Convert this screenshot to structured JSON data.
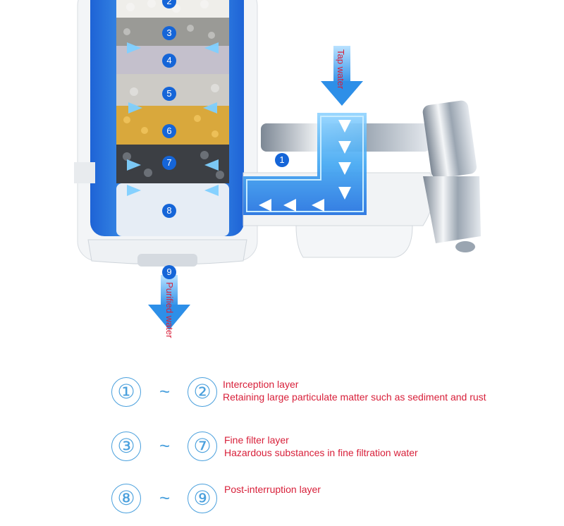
{
  "labels": {
    "tap_water": "Tap water",
    "purified_water": "Purified water"
  },
  "layer_numbers": [
    "1",
    "2",
    "3",
    "4",
    "5",
    "6",
    "7",
    "8",
    "9"
  ],
  "legend": [
    {
      "from": "①",
      "to": "②",
      "separator": "~",
      "title": "Interception layer",
      "description": "Retaining large particulate matter such as sediment and rust"
    },
    {
      "from": "③",
      "to": "⑦",
      "separator": "~",
      "title": "Fine filter layer",
      "description": "Hazardous substances in fine filtration water"
    },
    {
      "from": "⑧",
      "to": "⑨",
      "separator": "~",
      "title": "Post-interruption layer",
      "description": ""
    }
  ],
  "colors": {
    "accent_blue": "#4aa0dd",
    "label_red": "#d8203a",
    "marker_blue": "#1565d8",
    "water_blue": "#3fa6f2"
  }
}
